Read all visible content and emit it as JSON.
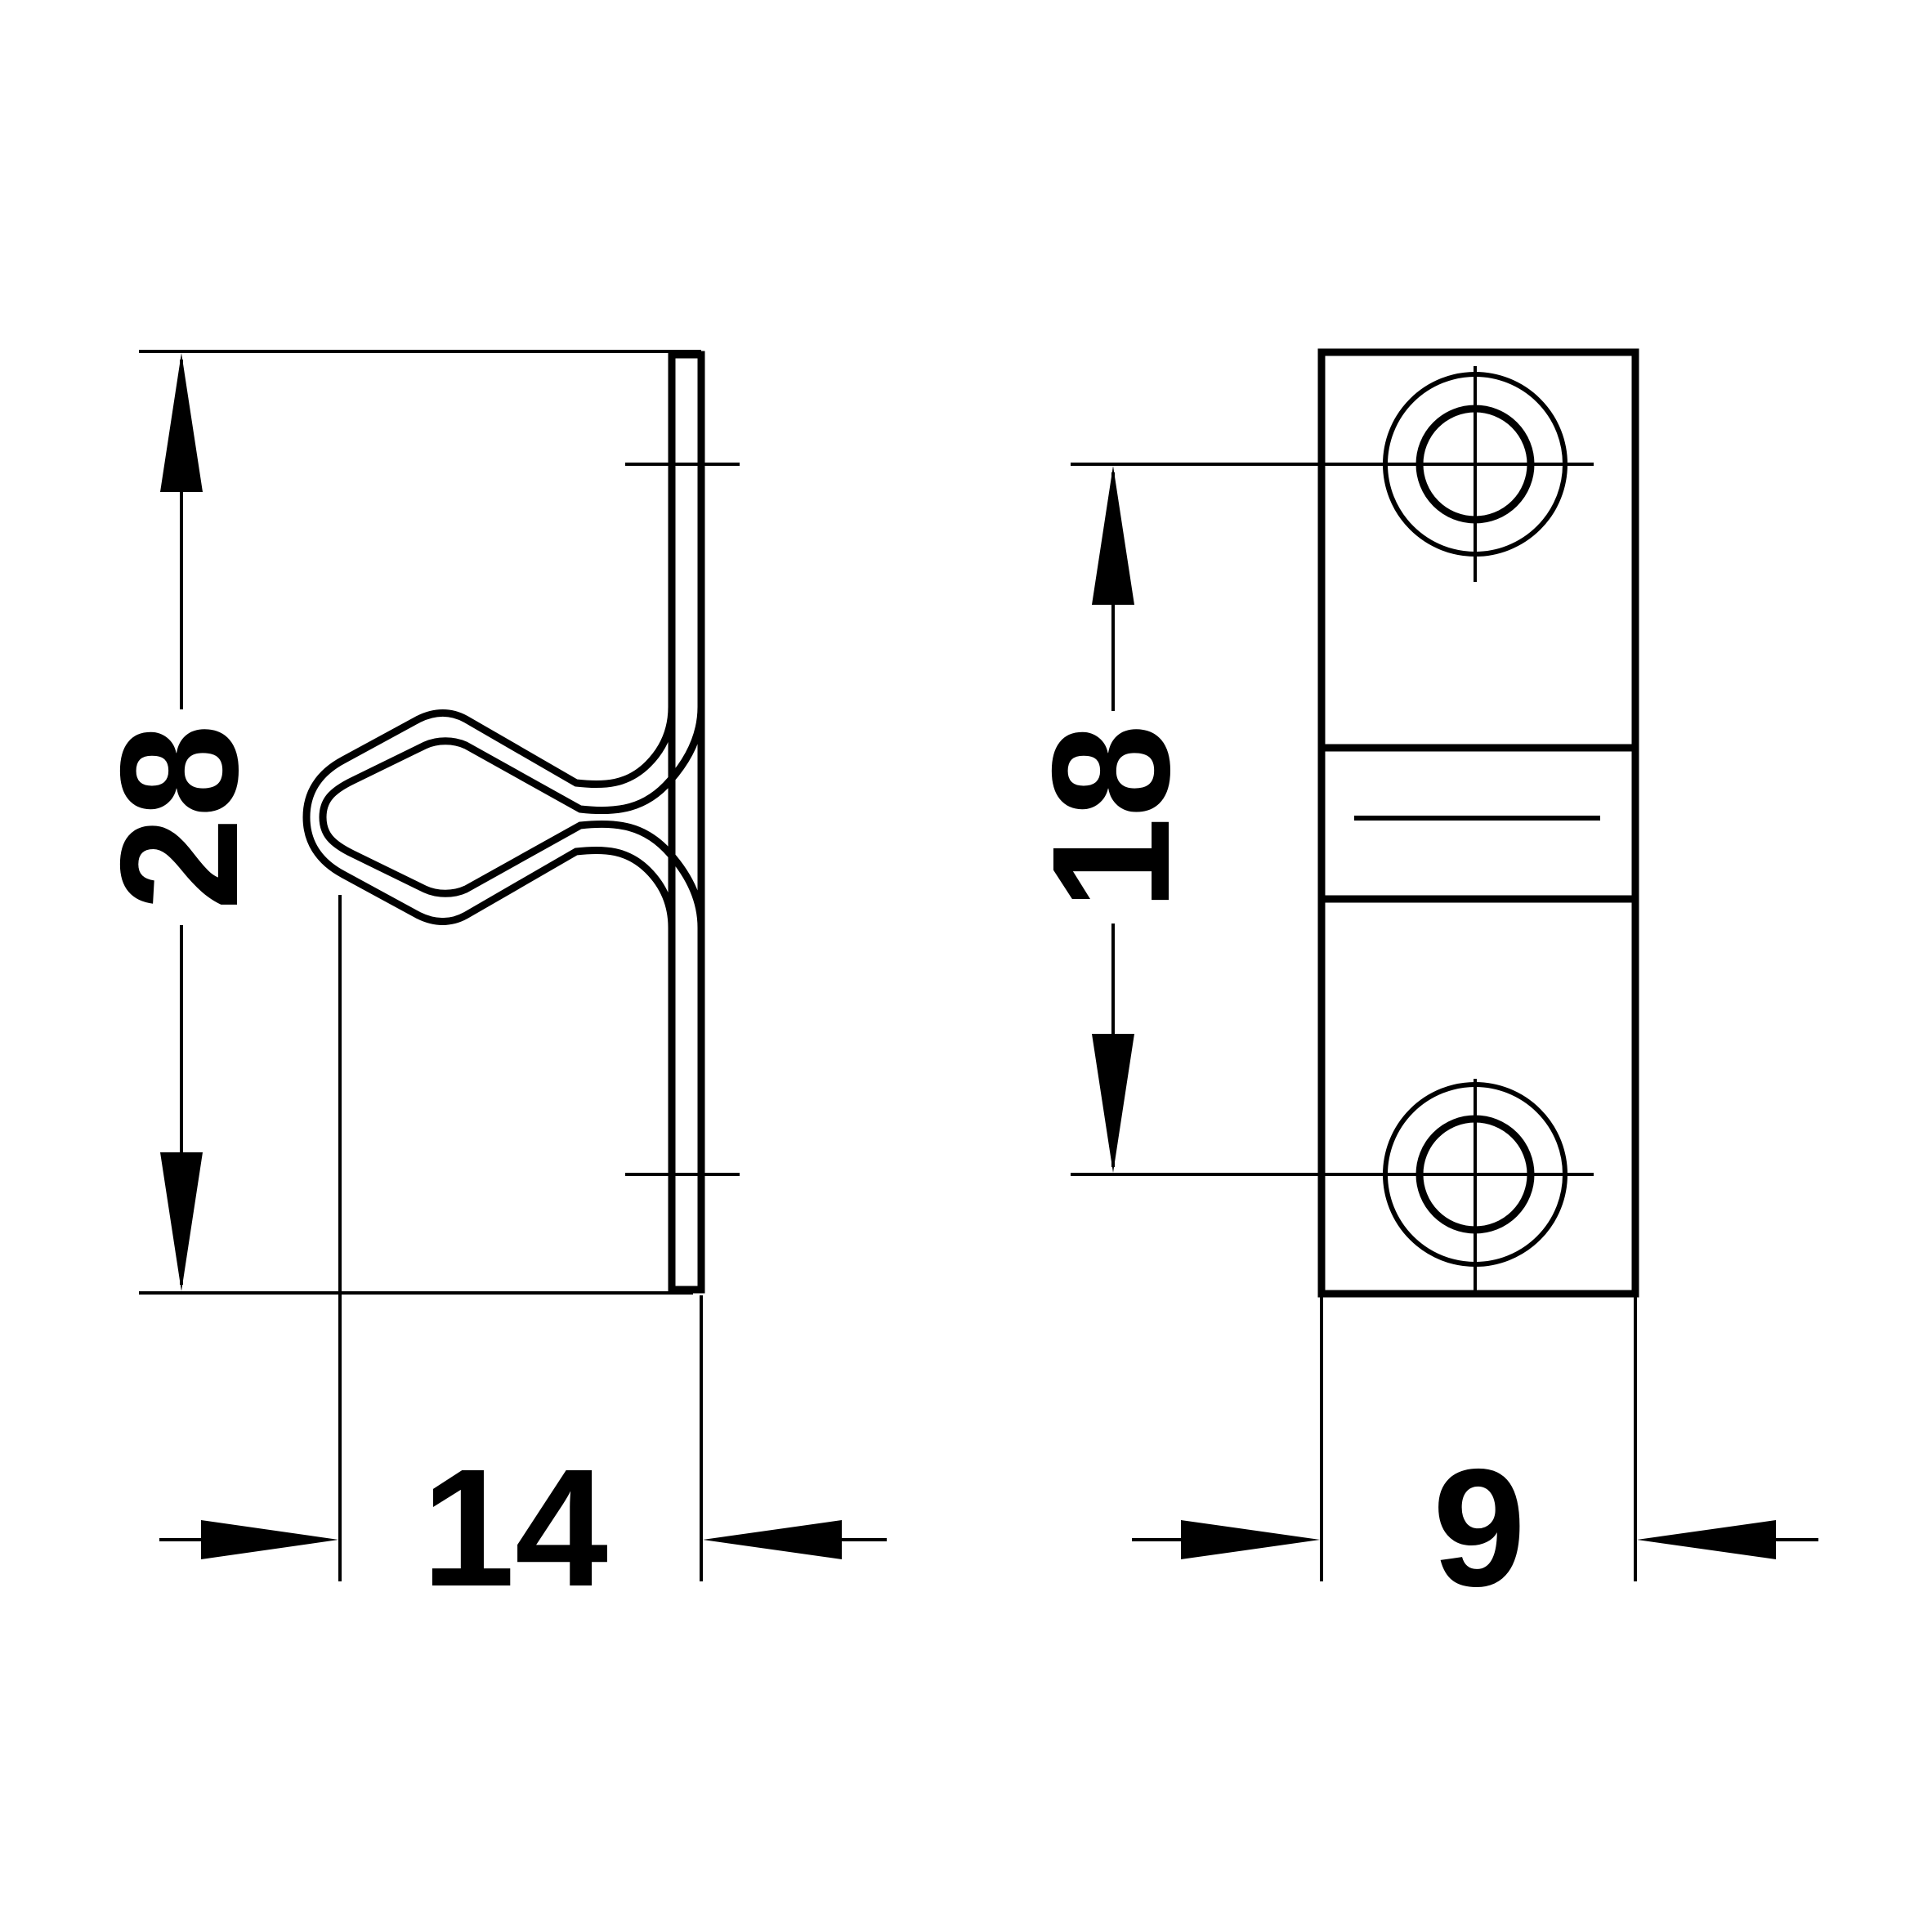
{
  "drawing": {
    "side_view": {
      "height_dimension": "28",
      "width_dimension": "14"
    },
    "front_view": {
      "hole_spacing_dimension": "18",
      "width_dimension": "9"
    },
    "colors": {
      "line": "#000000",
      "background": "#ffffff"
    }
  }
}
